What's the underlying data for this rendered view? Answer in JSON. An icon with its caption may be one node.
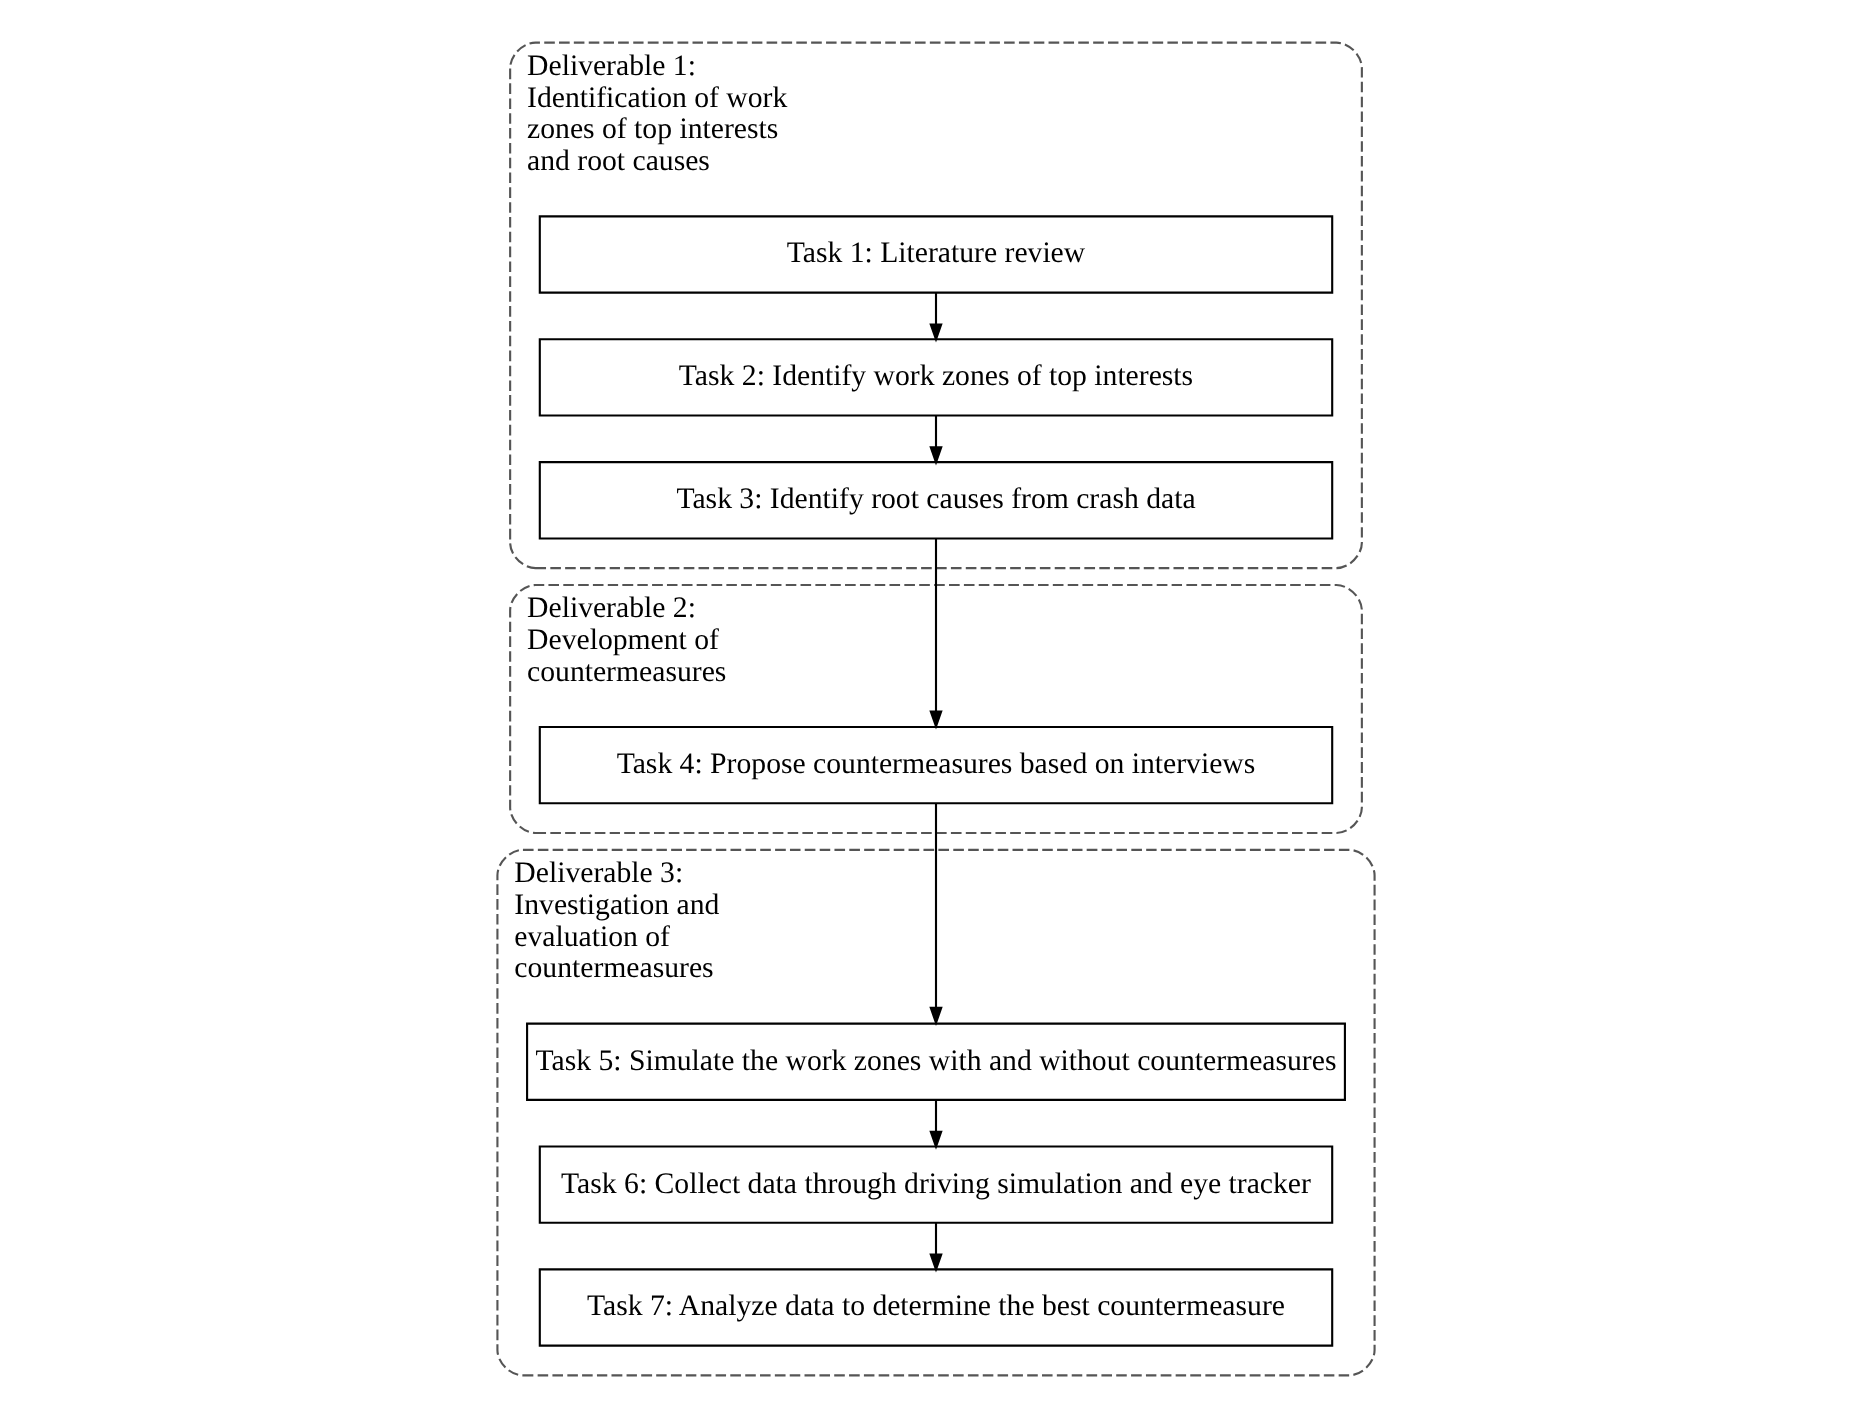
{
  "diagram": {
    "nodes": [
      {
        "text": [
          "Deliverable 1: Identification of work zones of top interests and root causes"
        ]
      },
      {
        "text": [
          "Task 1: Literature review"
        ],
        "in": 0
      },
      {
        "text": [
          "Task 2: Identify work zones of top interests"
        ],
        "in": 0
      },
      {
        "text": [
          "Task 3: Identify root causes from crash data"
        ],
        "in": 0
      },
      {
        "text": [
          "Deliverable 2: Development of countermeasures"
        ]
      },
      {
        "text": [
          "Task 4: Propose countermeasures based on interviews"
        ],
        "in": 4
      },
      {
        "text": [
          "Deliverable 3: Investigation and evaluation of countermeasures"
        ]
      },
      {
        "text": [
          "Task 5: Simulate the work zones with and without countermeasures"
        ],
        "in": 6
      },
      {
        "text": [
          "Task 6: Collect data through driving simulation and eye tracker"
        ],
        "in": 6
      },
      {
        "text": [
          "Task 7: Analyze data to determine the best countermeasure"
        ],
        "in": 6
      }
    ],
    "edges": [
      {
        "from": 1,
        "to": 2,
        "arrow": "to"
      },
      {
        "from": 2,
        "to": 3,
        "arrow": "to"
      },
      {
        "from": 3,
        "to": 5,
        "arrow": "to"
      },
      {
        "from": 5,
        "to": 7,
        "arrow": "to"
      },
      {
        "from": 7,
        "to": 8,
        "arrow": "to"
      },
      {
        "from": 8,
        "to": 9,
        "arrow": "to"
      }
    ]
  }
}
